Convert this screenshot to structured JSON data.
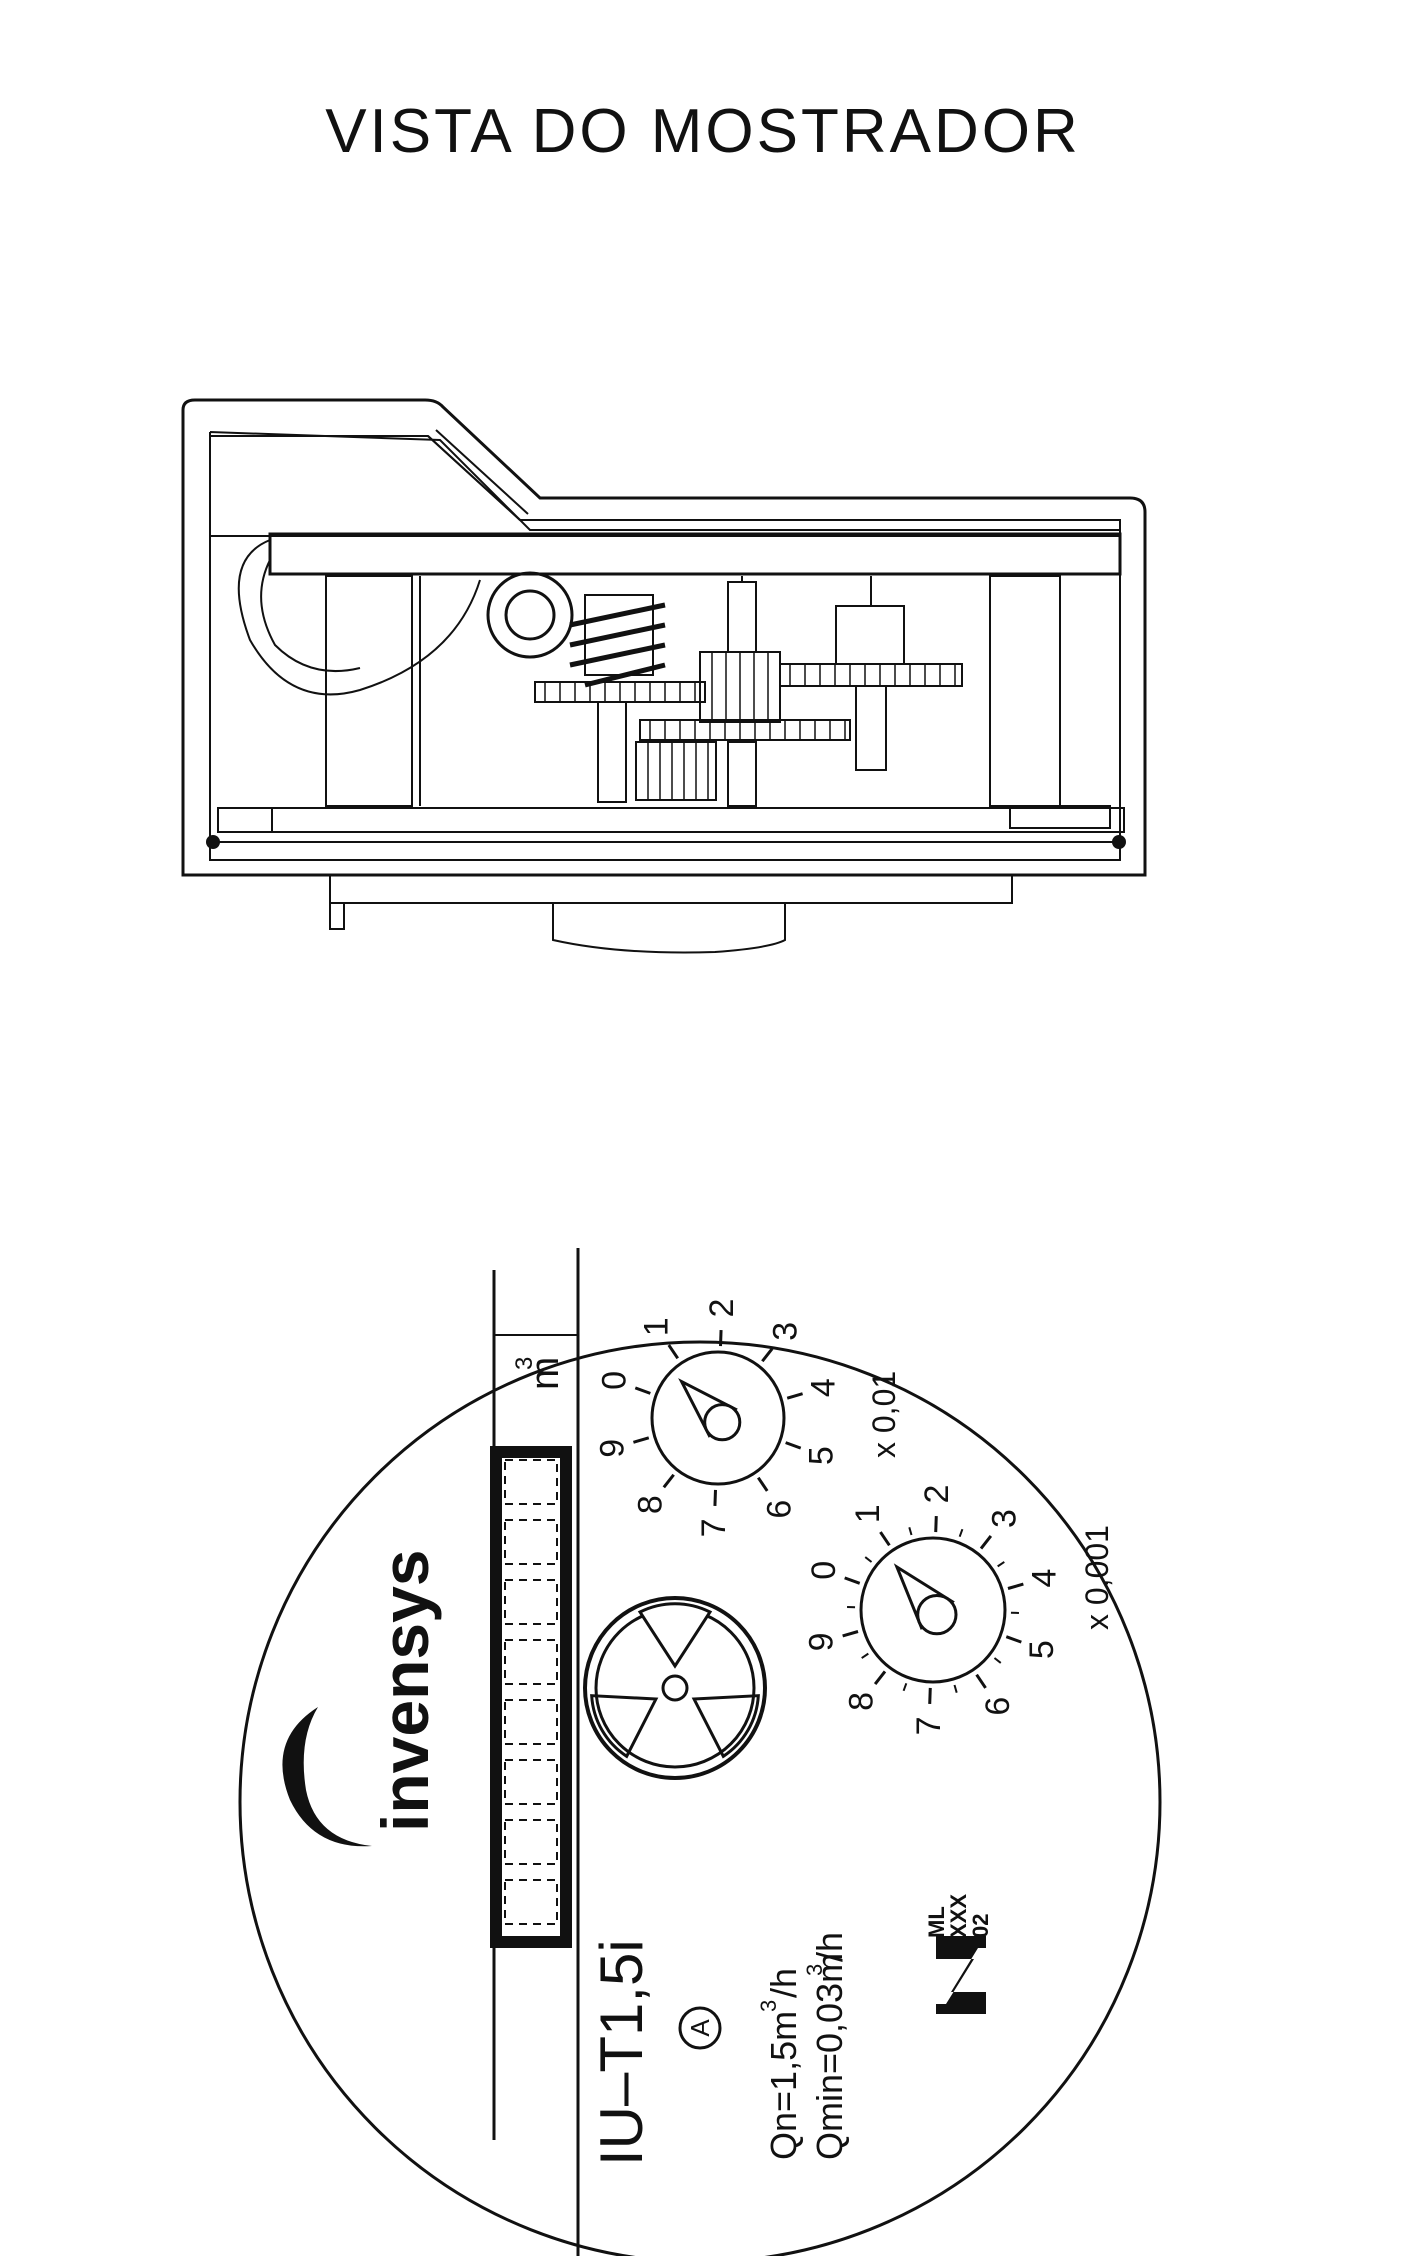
{
  "title": "VISTA DO MOSTRADOR",
  "dial": {
    "brand": "invensys",
    "model": "IU–T1,5i",
    "unit_label": "m",
    "unit_exponent": "3",
    "qn": "Qn=1,5m",
    "qn_unit": "/h",
    "qmin": "Qmin=0,03m",
    "qmin_unit": "/h",
    "exponent": "3",
    "class_mark": "A",
    "approval": [
      "ML",
      "XXX",
      "02"
    ],
    "register_digit_count": 8,
    "upper_dial": {
      "multiplier": "x 0,01",
      "digits": [
        "0",
        "1",
        "2",
        "3",
        "4",
        "5",
        "6",
        "7",
        "8",
        "9"
      ]
    },
    "lower_dial": {
      "multiplier": "x 0,001",
      "digits": [
        "0",
        "1",
        "2",
        "3",
        "4",
        "5",
        "6",
        "7",
        "8",
        "9"
      ]
    }
  },
  "colors": {
    "ink": "#111111",
    "paper": "#ffffff"
  }
}
